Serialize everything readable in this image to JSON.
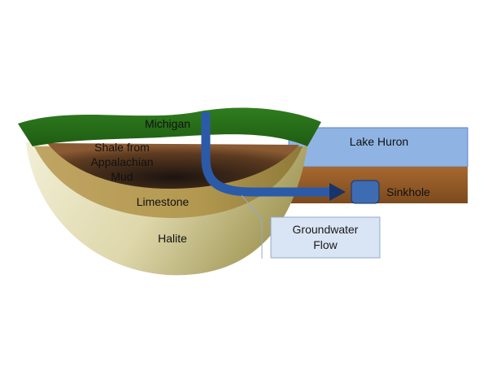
{
  "diagram": {
    "labels": {
      "michigan": "Michigan",
      "shale_line1": "Shale from",
      "shale_line2": "Appalachian",
      "shale_line3": "Mud",
      "limestone": "Limestone",
      "halite": "Halite",
      "lake": "Lake Huron",
      "sinkhole": "Sinkhole",
      "groundwater_line1": "Groundwater",
      "groundwater_line2": "Flow"
    },
    "colors": {
      "grass": "#2f7d1f",
      "grass_dark": "#1f5c12",
      "shale_light": "#8a5a33",
      "shale_dark": "#1c1410",
      "limestone": "#c0a463",
      "limestone_dark": "#8f7a3a",
      "halite_light": "#f2efd6",
      "halite_dark": "#a49a5a",
      "lake": "#8fb4e3",
      "lake_border": "#5d86c2",
      "ground": "#a8682f",
      "ground_dark": "#7b4a1e",
      "arrow": "#2b5aa8",
      "arrow_dark": "#17346b",
      "sinkhole": "#3e6cb3",
      "callout": "#d9e4f4",
      "callout_border": "#94a9cc"
    }
  }
}
